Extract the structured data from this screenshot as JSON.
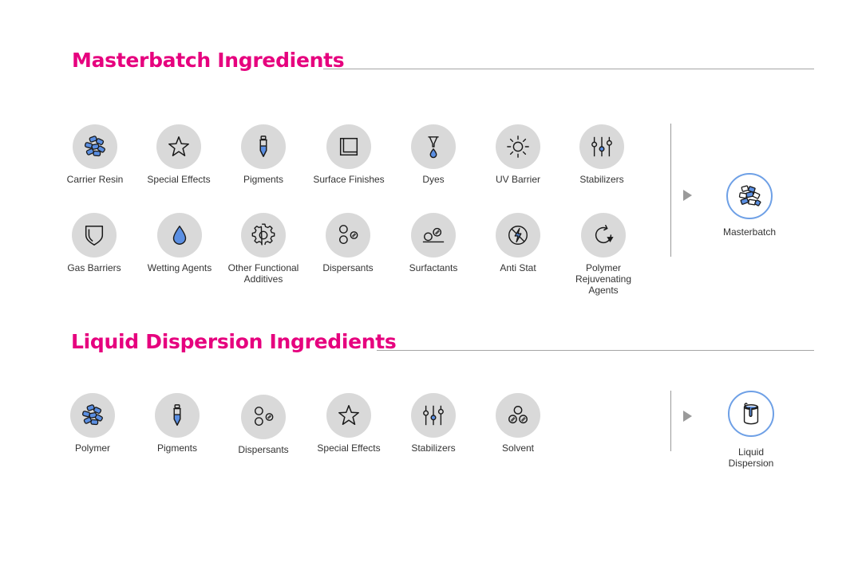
{
  "colors": {
    "title": "#e6007e",
    "icon_stroke": "#1a1a1a",
    "icon_fill": "#5b8fe2",
    "circle_bg": "#d9d9d9",
    "result_border": "#6ea0e6"
  },
  "masterbatch": {
    "title": "Masterbatch Ingredients",
    "items": [
      {
        "label": "Carrier Resin",
        "icon": "resin-pellets-icon"
      },
      {
        "label": "Special Effects",
        "icon": "star-icon"
      },
      {
        "label": "Pigments",
        "icon": "dropper-icon"
      },
      {
        "label": "Surface Finishes",
        "icon": "square-panel-icon"
      },
      {
        "label": "Dyes",
        "icon": "dye-drop-icon"
      },
      {
        "label": "UV Barrier",
        "icon": "sun-icon"
      },
      {
        "label": "Stabilizers",
        "icon": "sliders-icon"
      },
      {
        "label": "Gas Barriers",
        "icon": "shield-icon"
      },
      {
        "label": "Wetting Agents",
        "icon": "water-drop-icon"
      },
      {
        "label": "Other Functional Additives",
        "icon": "gear-icon"
      },
      {
        "label": "Dispersants",
        "icon": "dispersant-circles-icon"
      },
      {
        "label": "Surfactants",
        "icon": "surfactant-circles-icon"
      },
      {
        "label": "Anti Stat",
        "icon": "no-static-icon"
      },
      {
        "label": "Polymer Rejuvenating Agents",
        "icon": "refresh-icon"
      }
    ],
    "result": {
      "label": "Masterbatch",
      "icon": "masterbatch-pellets-icon"
    }
  },
  "liquid": {
    "title": "Liquid Dispersion Ingredients",
    "items": [
      {
        "label": "Polymer",
        "icon": "resin-pellets-icon"
      },
      {
        "label": "Pigments",
        "icon": "dropper-icon"
      },
      {
        "label": "Dispersants",
        "icon": "dispersant-circles-icon"
      },
      {
        "label": "Special Effects",
        "icon": "star-icon"
      },
      {
        "label": "Stabilizers",
        "icon": "sliders-icon"
      },
      {
        "label": "Solvent",
        "icon": "solvent-circles-icon"
      }
    ],
    "result": {
      "label": "Liquid Dispersion",
      "icon": "paint-bucket-icon"
    }
  }
}
